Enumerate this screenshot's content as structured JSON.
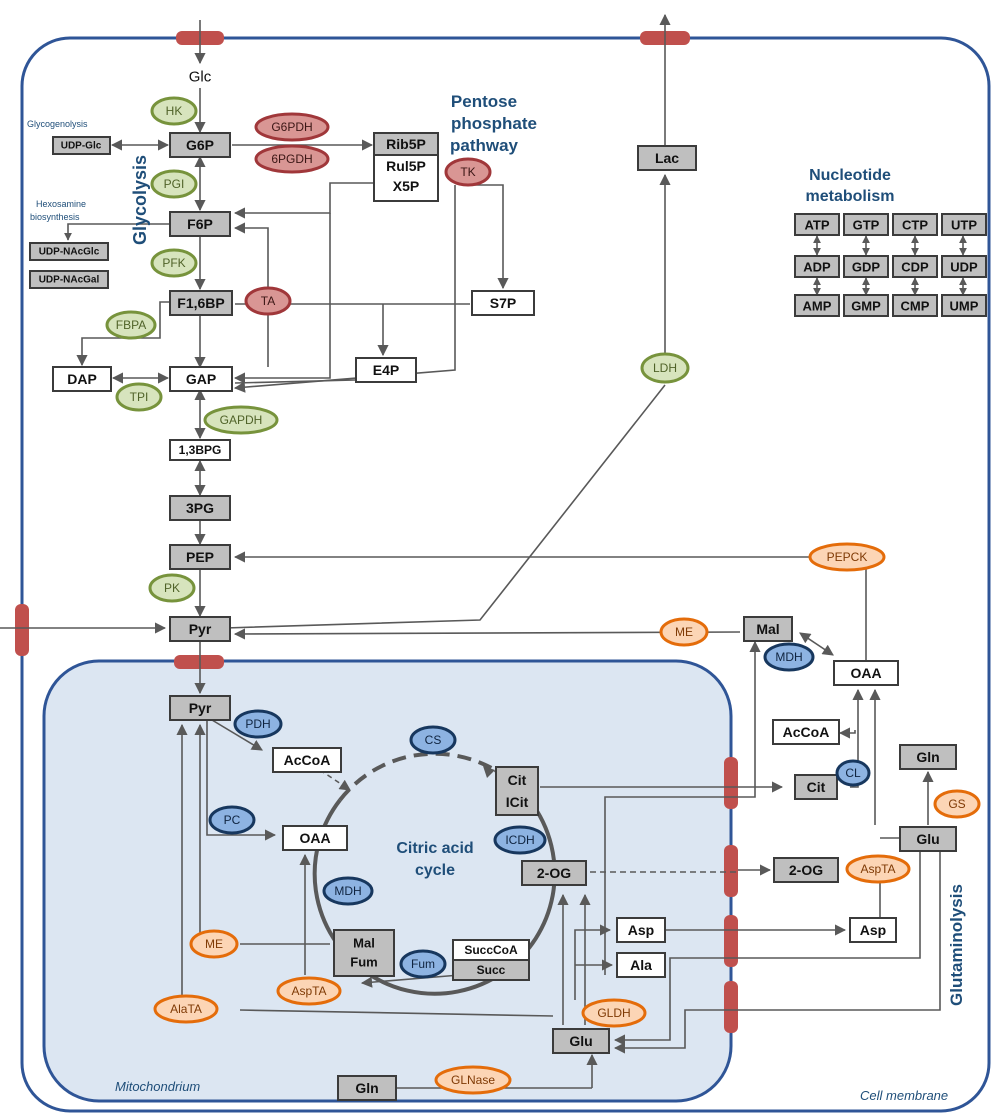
{
  "nodes": {
    "glc": "Glc",
    "udp_glc": "UDP-Glc",
    "g6p": "G6P",
    "f6p": "F6P",
    "udp_nacglc": "UDP-NAcGlc",
    "udp_nacgal": "UDP-NAcGal",
    "f16bp": "F1,6BP",
    "dap": "DAP",
    "gap": "GAP",
    "bpg13": "1,3BPG",
    "pg3": "3PG",
    "pep": "PEP",
    "pyr_cyto": "Pyr",
    "rib5p": "Rib5P",
    "rul5p": "Rul5P",
    "x5p": "X5P",
    "s7p": "S7P",
    "e4p": "E4P",
    "lac": "Lac",
    "pyr_mito": "Pyr",
    "acoa_mito": "AcCoA",
    "oaa_mito": "OAA",
    "cit_mito": "Cit",
    "icit_mito": "ICit",
    "og_mito": "2-OG",
    "mal_mito": "Mal",
    "fum_mito": "Fum",
    "succcoa": "SuccCoA",
    "succ": "Succ",
    "asp_mito": "Asp",
    "ala_mito": "Ala",
    "glu_mito": "Glu",
    "gln_mito": "Gln",
    "mal_cyto": "Mal",
    "oaa_cyto": "OAA",
    "acoa_cyto": "AcCoA",
    "cit_cyto": "Cit",
    "gln_cyto": "Gln",
    "glu_cyto": "Glu",
    "og_cyto": "2-OG",
    "asp_cyto": "Asp"
  },
  "nucleotides": {
    "triphosphates": [
      "ATP",
      "GTP",
      "CTP",
      "UTP"
    ],
    "diphosphates": [
      "ADP",
      "GDP",
      "CDP",
      "UDP"
    ],
    "monophosphates": [
      "AMP",
      "GMP",
      "CMP",
      "UMP"
    ]
  },
  "enzymes": {
    "hk": "HK",
    "pgi": "PGI",
    "pfk": "PFK",
    "fbpa": "FBPA",
    "tpi": "TPI",
    "gapdh": "GAPDH",
    "pk": "PK",
    "g6pdh": "G6PDH",
    "pgdh6": "6PGDH",
    "tk": "TK",
    "ta": "TA",
    "ldh": "LDH",
    "pepck": "PEPCK",
    "me_cyto": "ME",
    "mdh_cyto": "MDH",
    "cl": "CL",
    "gs": "GS",
    "asptа_cyto": "AspTA",
    "pdh": "PDH",
    "pc": "PC",
    "cs": "CS",
    "icdh": "ICDH",
    "mdh_mito": "MDH",
    "fum": "Fum",
    "me_mito": "ME",
    "aspta_mito": "AspTA",
    "alata": "AlaTA",
    "gldh": "GLDH",
    "glnase": "GLNase"
  },
  "labels": {
    "glycolysis": "Glycolysis",
    "pentose_line1": "Pentose",
    "pentose_line2": "phosphate",
    "pentose_line3": "pathway",
    "nucleotide_line1": "Nucleotide",
    "nucleotide_line2": "metabolism",
    "glycogenolysis": "Glycogenolysis",
    "hexosamine_line1": "Hexosamine",
    "hexosamine_line2": "biosynthesis",
    "citric_line1": "Citric acid",
    "citric_line2": "cycle",
    "glutaminolysis": "Glutaminolysis",
    "mitochondrium": "Mitochondrium",
    "cell_membrane": "Cell membrane"
  },
  "colors": {
    "green_fill": "#d7e4bd",
    "green_stroke": "#77933c",
    "red_fill": "#d99694",
    "red_stroke": "#a0373a",
    "orange_fill": "#fcd5b5",
    "orange_stroke": "#e46c0a",
    "blue_fill": "#8db3e2",
    "blue_stroke": "#17375e",
    "mito_fill": "#dce6f2",
    "membrane": "#2f5597",
    "channel": "#c0504d",
    "title_blue": "#1f4e79"
  }
}
